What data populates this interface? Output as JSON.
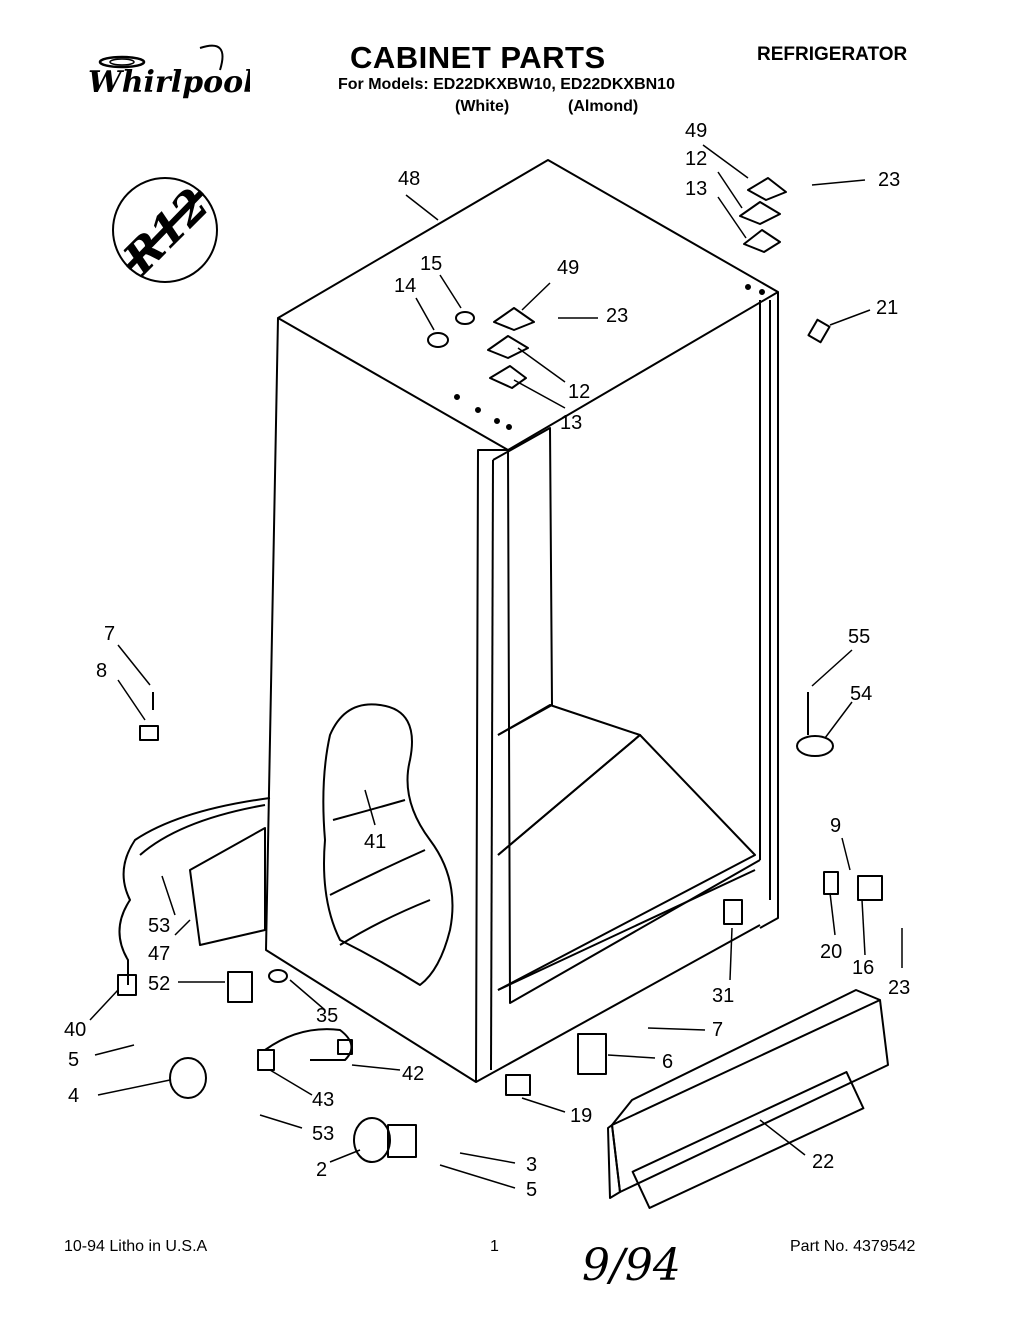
{
  "header": {
    "brand": "Whirlpool",
    "title": "CABINET PARTS",
    "category": "REFRIGERATOR",
    "models": "For Models: ED22DKXBW10, ED22DKXBN10",
    "variant_white": "(White)",
    "variant_almond": "(Almond)"
  },
  "badge": {
    "text": "R12"
  },
  "footer": {
    "date_print": "10-94  Litho in U.S.A",
    "page": "1",
    "handwritten": "9/94",
    "part_no": "Part No. 4379542"
  },
  "callouts": [
    {
      "label": "48"
    },
    {
      "label": "49"
    },
    {
      "label": "12"
    },
    {
      "label": "13"
    },
    {
      "label": "23"
    },
    {
      "label": "15"
    },
    {
      "label": "14"
    },
    {
      "label": "49"
    },
    {
      "label": "23"
    },
    {
      "label": "12"
    },
    {
      "label": "13"
    },
    {
      "label": "21"
    },
    {
      "label": "7"
    },
    {
      "label": "8"
    },
    {
      "label": "55"
    },
    {
      "label": "54"
    },
    {
      "label": "41"
    },
    {
      "label": "9"
    },
    {
      "label": "53"
    },
    {
      "label": "47"
    },
    {
      "label": "20"
    },
    {
      "label": "16"
    },
    {
      "label": "52"
    },
    {
      "label": "31"
    },
    {
      "label": "23"
    },
    {
      "label": "40"
    },
    {
      "label": "35"
    },
    {
      "label": "7"
    },
    {
      "label": "5"
    },
    {
      "label": "6"
    },
    {
      "label": "42"
    },
    {
      "label": "4"
    },
    {
      "label": "43"
    },
    {
      "label": "19"
    },
    {
      "label": "53"
    },
    {
      "label": "22"
    },
    {
      "label": "3"
    },
    {
      "label": "2"
    },
    {
      "label": "5"
    }
  ]
}
